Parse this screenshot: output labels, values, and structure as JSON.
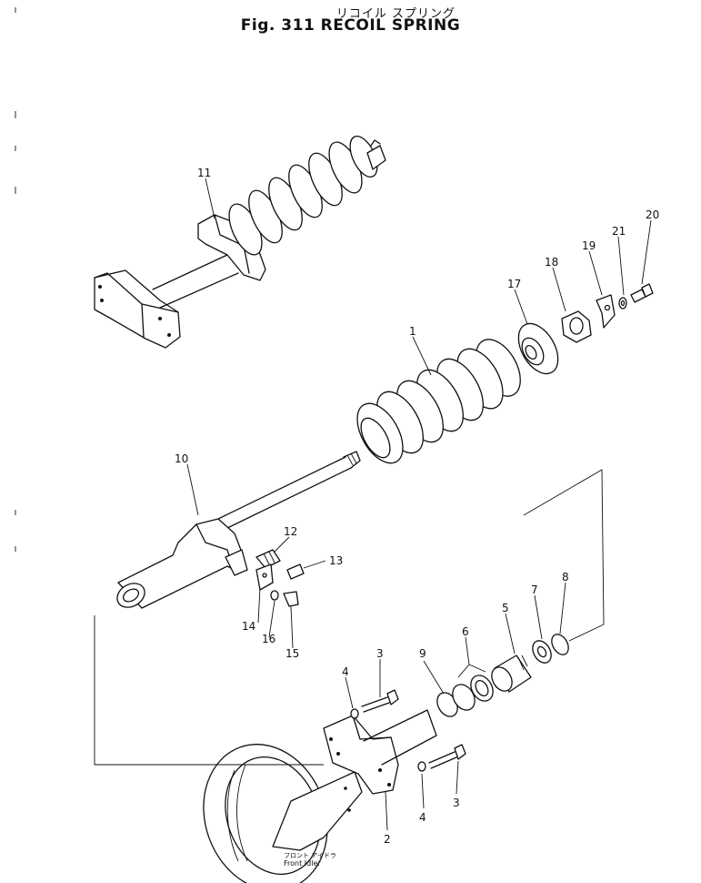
{
  "title": {
    "japanese": "リコイル スプリング",
    "english": "Fig. 311  RECOIL  SPRING"
  },
  "part_labels": {
    "p1": "1",
    "p2": "2",
    "p3a": "3",
    "p3b": "3",
    "p4a": "4",
    "p4b": "4",
    "p5": "5",
    "p6": "6",
    "p7": "7",
    "p8": "8",
    "p9": "9",
    "p10": "10",
    "p11": "11",
    "p12": "12",
    "p13": "13",
    "p14": "14",
    "p15": "15",
    "p16": "16",
    "p17": "17",
    "p18": "18",
    "p19": "19",
    "p20": "20",
    "p21": "21"
  },
  "front_idler_caption": {
    "japanese": "フロント アイドラ",
    "english": "Front Idler"
  }
}
